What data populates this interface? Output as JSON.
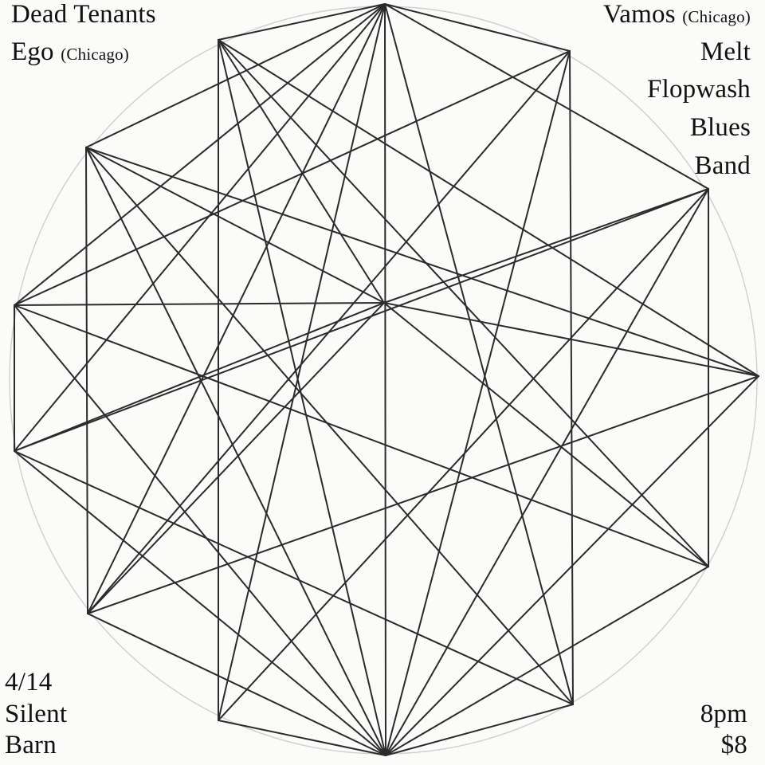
{
  "lineup_left": {
    "band1": {
      "name": "Dead Tenants"
    },
    "band2": {
      "name": "Ego",
      "city": "(Chicago)"
    }
  },
  "lineup_right": {
    "band1": {
      "name": "Vamos",
      "city": "(Chicago)"
    },
    "band2": {
      "name": "Melt"
    },
    "band3": {
      "line1": "Flopwash",
      "line2": "Blues",
      "line3": "Band"
    }
  },
  "event_details": {
    "date": "4/14",
    "venue_line1": "Silent",
    "venue_line2": "Barn",
    "time": "8pm",
    "price": "$8"
  },
  "colors": {
    "ink": "#2b2b2b",
    "pencil_circle": "#cfcfcf",
    "paper": "#fbfbfa"
  }
}
